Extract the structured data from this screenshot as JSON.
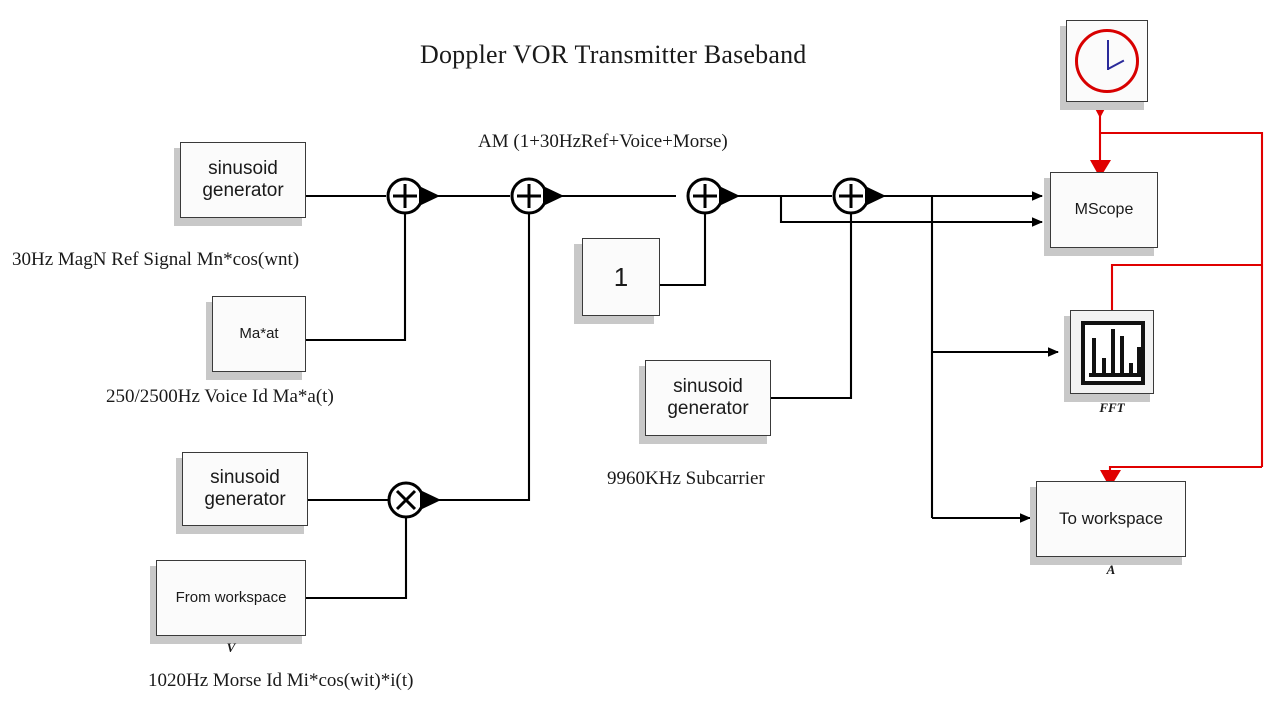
{
  "title": "Doppler VOR Transmitter Baseband",
  "annotations": {
    "am_sum": "AM (1+30HzRef+Voice+Morse)",
    "ref_signal": "30Hz MagN Ref Signal Mn*cos(wnt)",
    "voice_id": "250/2500Hz Voice Id Ma*a(t)",
    "subcarrier": "9960KHz Subcarrier",
    "morse_id": "1020Hz Morse Id Mi*cos(wit)*i(t)"
  },
  "blocks": {
    "sin_ref": {
      "line1": "sinusoid",
      "line2": "generator"
    },
    "voice": {
      "line1": "Ma*at"
    },
    "sin_morse": {
      "line1": "sinusoid",
      "line2": "generator"
    },
    "from_workspace": {
      "line1": "From workspace",
      "tag": "V"
    },
    "constant_one": {
      "line1": "1"
    },
    "sin_subcarrier": {
      "line1": "sinusoid",
      "line2": "generator"
    },
    "clock": {
      "name": "clock-icon"
    },
    "mscope": {
      "line1": "MScope"
    },
    "fft": {
      "tag": "FFT"
    },
    "to_workspace": {
      "line1": "To workspace",
      "tag": "A"
    }
  },
  "operators": {
    "sum1": "+",
    "sum2": "+",
    "sum3": "+",
    "sum4": "+",
    "product1": "×"
  },
  "colors": {
    "wire": "#000000",
    "clock_wire": "#e00000",
    "clock_face": "#d80000",
    "clock_hands": "#2a2a9a",
    "block_fill": "#fbfbfb",
    "block_border": "#3a3a3a",
    "block_shadow": "#c8c8c8",
    "text": "#1a1a1a",
    "background": "#ffffff"
  },
  "chart_data": {
    "type": "diagram",
    "fft_icon_bars": [
      0.62,
      0.3,
      0.78,
      0.66,
      0.22,
      0.48
    ]
  }
}
